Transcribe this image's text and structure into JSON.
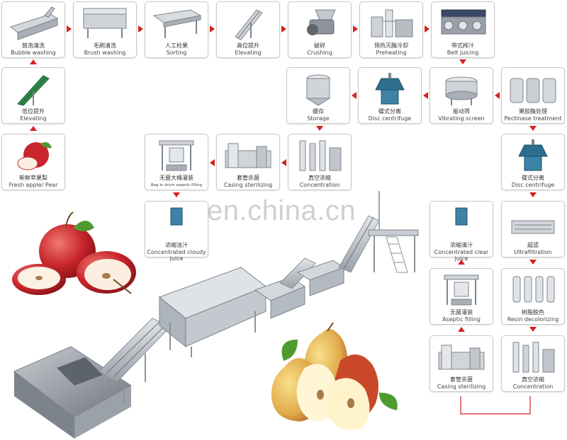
{
  "watermark": "en.china.cn",
  "steps": {
    "bubble_washing": {
      "cn": "鼓泡清洗",
      "en": "Bubble washing"
    },
    "brush_washing": {
      "cn": "毛刷清洗",
      "en": "Brush washing"
    },
    "sorting": {
      "cn": "人工检果",
      "en": "Sorting"
    },
    "elevating_top": {
      "cn": "高位提升",
      "en": "Elevating"
    },
    "crushing": {
      "cn": "破碎",
      "en": "Crushing"
    },
    "preheating": {
      "cn": "预热灭酶冷却",
      "en": "Preheating"
    },
    "belt_juicing": {
      "cn": "带式榨汁",
      "en": "Belt juicing"
    },
    "elevating_low": {
      "cn": "低位提升",
      "en": "Elevating"
    },
    "storage": {
      "cn": "缓存",
      "en": "Storage"
    },
    "disc_centrifuge_1": {
      "cn": "碟式分离",
      "en": "Disc centrifuge"
    },
    "vibrating_screen": {
      "cn": "振动筛",
      "en": "Vibrating screen"
    },
    "pectinase": {
      "cn": "果胶酶处理",
      "en": "Pectinase treatment"
    },
    "fresh_fruit": {
      "cn": "新鲜苹果梨",
      "en": "Fresh apple/ Pear"
    },
    "bag_filling": {
      "cn": "无菌大桶灌装",
      "en": "Bag in drum aseptic filling"
    },
    "casing_sterilizing_1": {
      "cn": "套管杀菌",
      "en": "Casing sterilizing"
    },
    "concentration_1": {
      "cn": "真空浓缩",
      "en": "Concentration"
    },
    "disc_separator_2": {
      "cn": "碟式分离",
      "en": "Disc centrifuge"
    },
    "cloudy_juice": {
      "cn": "浓缩浊汁",
      "en": "Concentrated cloudy juice"
    },
    "clear_juice": {
      "cn": "浓缩清汁",
      "en": "Concentrated clear juice"
    },
    "ultrafiltration": {
      "cn": "超滤",
      "en": "Ultrafiltration"
    },
    "aseptic_filling": {
      "cn": "无菌灌装",
      "en": "Aseptic filling"
    },
    "resin_decolorizing": {
      "cn": "树脂脱色",
      "en": "Resin decolorizing"
    },
    "casing_sterilizing_2": {
      "cn": "套管杀菌",
      "en": "Casing sterilizing"
    },
    "concentration_2": {
      "cn": "真空浓缩",
      "en": "Concentration"
    }
  },
  "icons": [
    "washer-machine",
    "brush-washer",
    "sorting-table",
    "bucket-elevator",
    "crusher",
    "sterilizer",
    "belt-press",
    "vibrating-screen",
    "disc-centrifuge",
    "storage-tank",
    "evaporator",
    "filling-machine",
    "apple",
    "pear"
  ],
  "colors": {
    "arrow": "#d62020",
    "card_border": "#c9c9c9",
    "steel": "#b8bcc2",
    "apple": "#c9252c",
    "pear": "#e0a94a",
    "leaf": "#4f9a2f"
  }
}
